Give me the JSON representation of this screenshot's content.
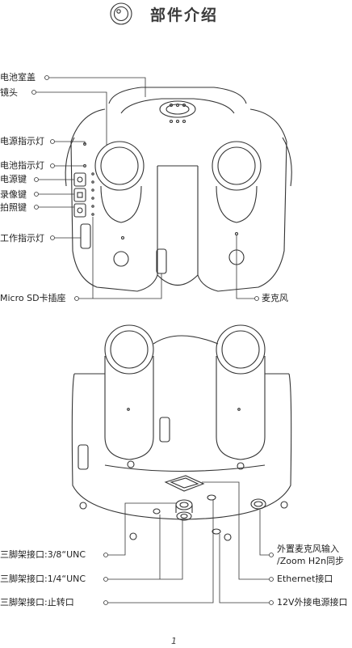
{
  "header": {
    "title": "部件介绍",
    "icon": "camera-lens-icon"
  },
  "top_view": {
    "left_labels": [
      "电池室盖",
      "镜头",
      "电源指示灯",
      "电池指示灯",
      "电源键",
      "录像键",
      "拍照键",
      "工作指示灯",
      "Micro SD卡插座"
    ],
    "right_labels": [
      "麦克风"
    ]
  },
  "bottom_view": {
    "left_labels": [
      "三脚架接口:3/8“UNC",
      "三脚架接口:1/4“UNC",
      "三脚架接口:止转口"
    ],
    "right_labels": [
      "外置麦克风输入",
      "/Zoom H2n同步",
      "Ethernet接口",
      "12V外接电源接口"
    ]
  },
  "footer": {
    "page_number": "1"
  }
}
